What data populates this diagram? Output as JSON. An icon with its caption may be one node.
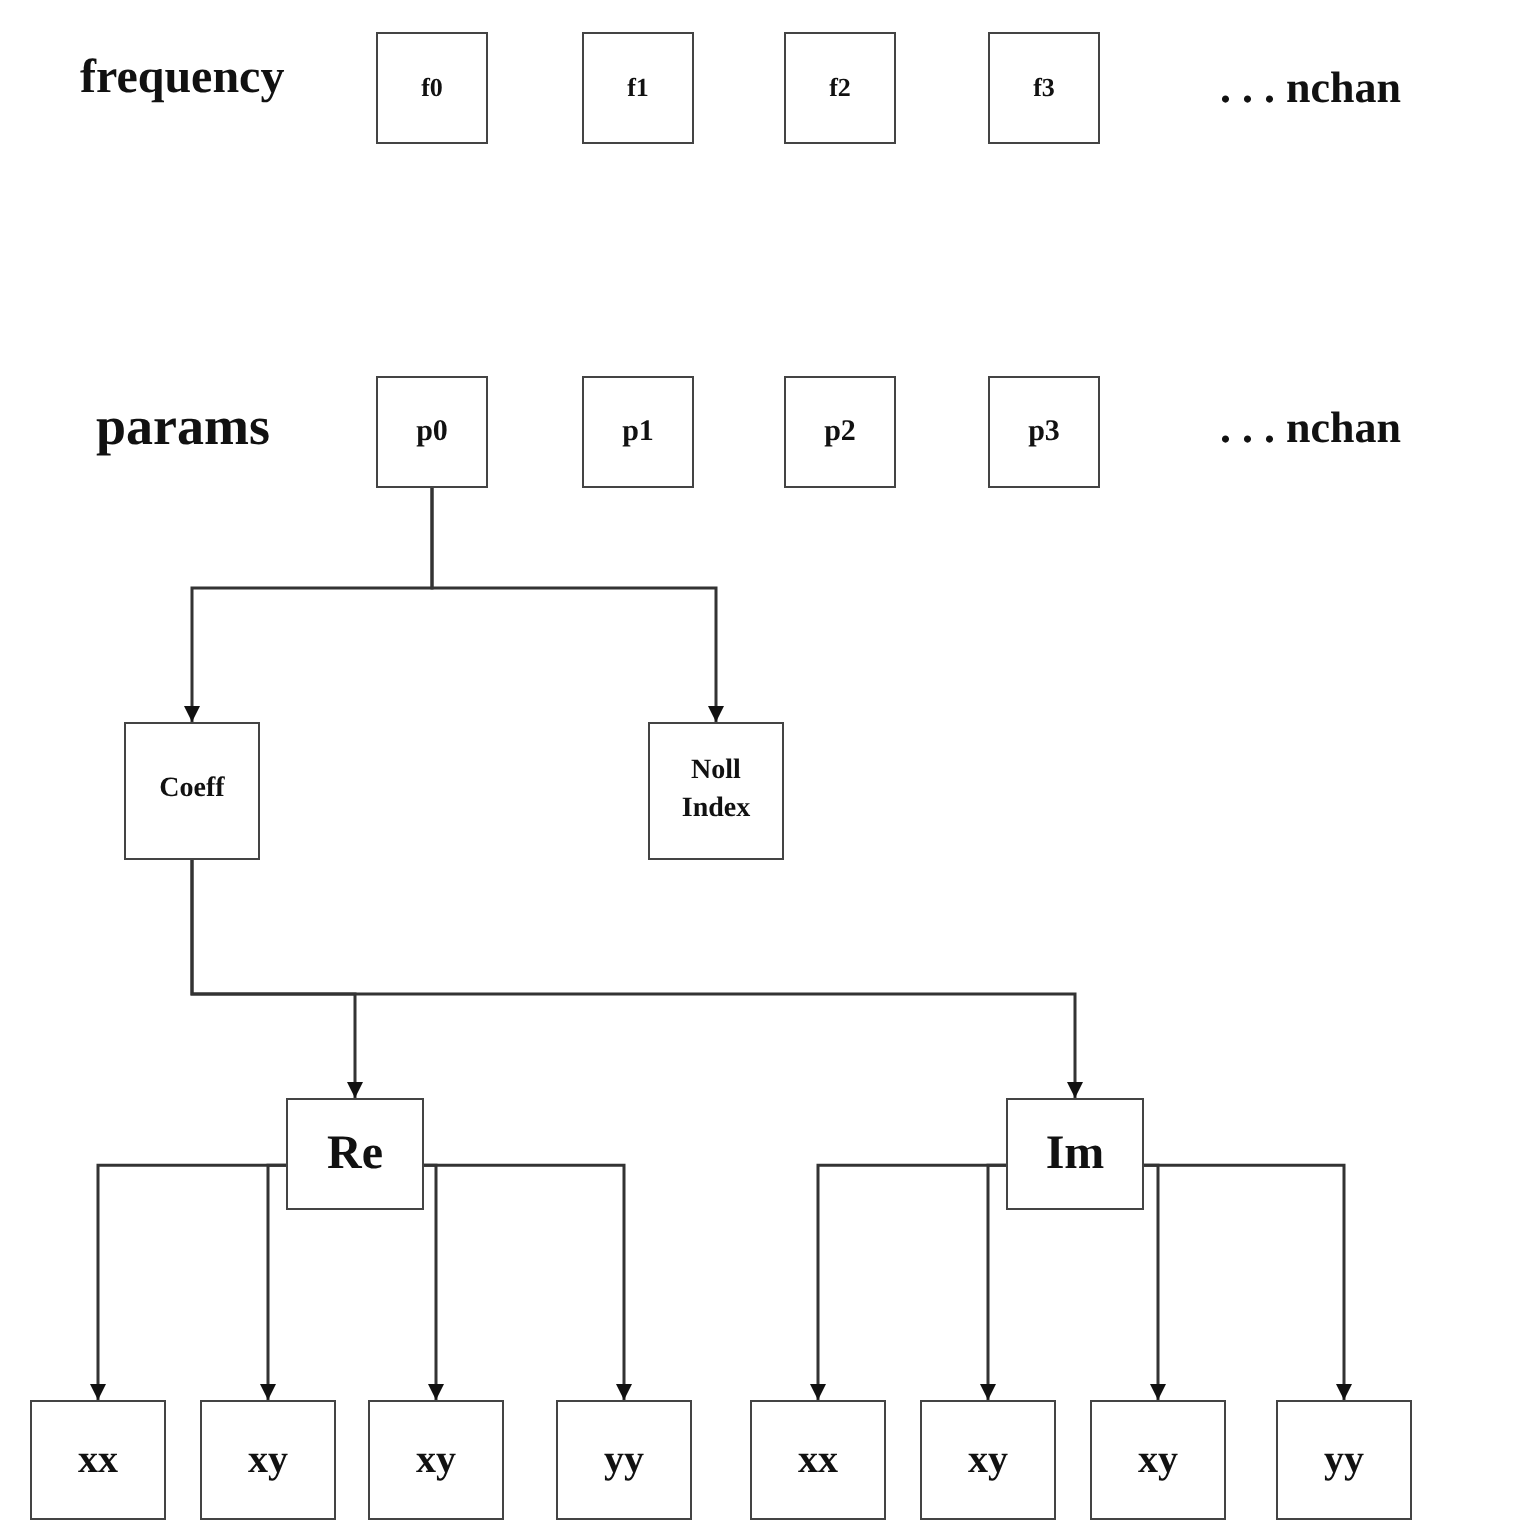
{
  "diagram": {
    "nodes": [
      {
        "text": [
          "f0"
        ]
      },
      {
        "text": [
          "f1"
        ]
      },
      {
        "text": [
          "f2"
        ]
      },
      {
        "text": [
          "f3"
        ]
      },
      {
        "text": [
          "p0"
        ]
      },
      {
        "text": [
          "p1"
        ]
      },
      {
        "text": [
          "p2"
        ]
      },
      {
        "text": [
          "p3"
        ]
      },
      {
        "text": [
          "Coeff"
        ]
      },
      {
        "text": [
          "Noll Index"
        ]
      },
      {
        "text": [
          "Re"
        ]
      },
      {
        "text": [
          "Im"
        ]
      },
      {
        "text": [
          "xx"
        ]
      },
      {
        "text": [
          "xy"
        ]
      },
      {
        "text": [
          "xy"
        ]
      },
      {
        "text": [
          "yy"
        ]
      },
      {
        "text": [
          "xx"
        ]
      },
      {
        "text": [
          "xy"
        ]
      },
      {
        "text": [
          "xy"
        ]
      },
      {
        "text": [
          "yy"
        ]
      }
    ],
    "edges": [
      {
        "from": 4,
        "to": 8,
        "arrow": "to"
      },
      {
        "from": 4,
        "to": 9,
        "arrow": "to"
      },
      {
        "from": 8,
        "to": 10,
        "arrow": "to"
      },
      {
        "from": 8,
        "to": 11,
        "arrow": "to"
      },
      {
        "from": 10,
        "to": 12,
        "arrow": "to"
      },
      {
        "from": 10,
        "to": 13,
        "arrow": "to"
      },
      {
        "from": 10,
        "to": 14,
        "arrow": "to"
      },
      {
        "from": 10,
        "to": 15,
        "arrow": "to"
      },
      {
        "from": 11,
        "to": 16,
        "arrow": "to"
      },
      {
        "from": 11,
        "to": 17,
        "arrow": "to"
      },
      {
        "from": 11,
        "to": 18,
        "arrow": "to"
      },
      {
        "from": 11,
        "to": 19,
        "arrow": "to"
      }
    ],
    "labels": [
      "frequency",
      ". . . nchan",
      "params",
      ". . . nchan"
    ]
  }
}
